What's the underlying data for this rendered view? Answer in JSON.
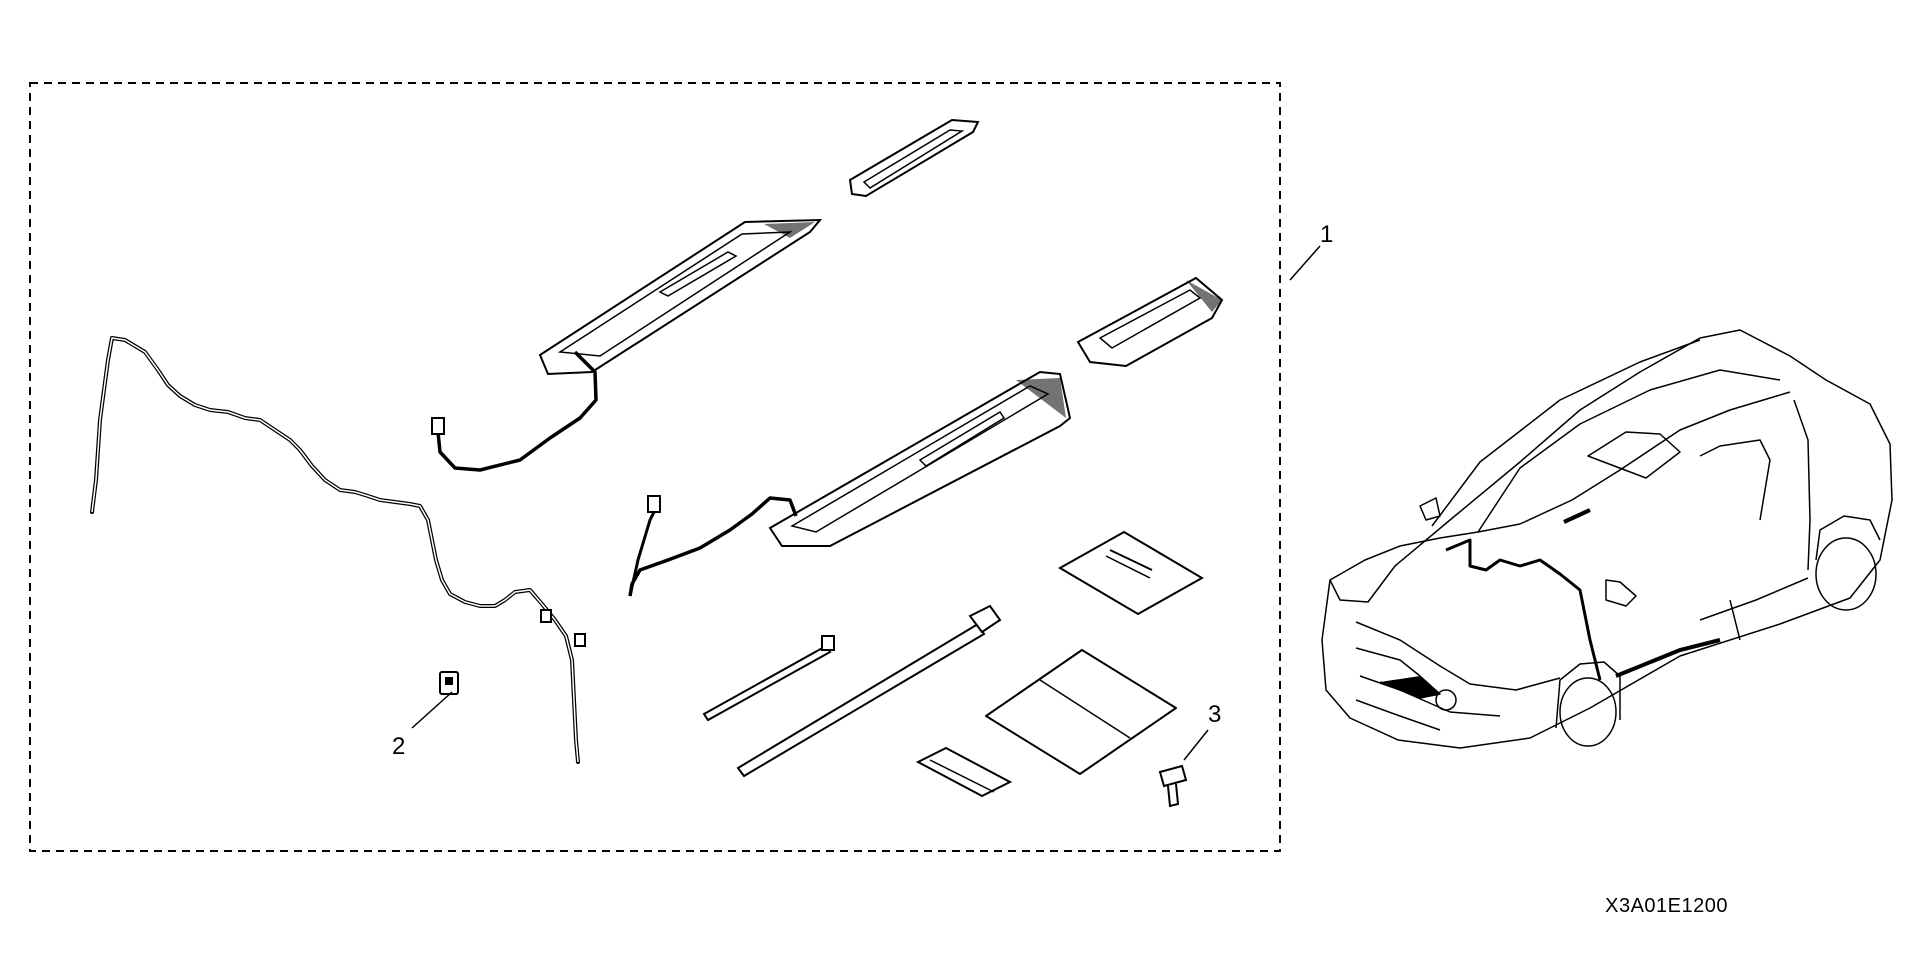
{
  "diagram": {
    "callouts": [
      {
        "id": "1",
        "label": "1"
      },
      {
        "id": "2",
        "label": "2"
      },
      {
        "id": "3",
        "label": "3"
      }
    ],
    "reference_code": "X3A01E1200"
  }
}
